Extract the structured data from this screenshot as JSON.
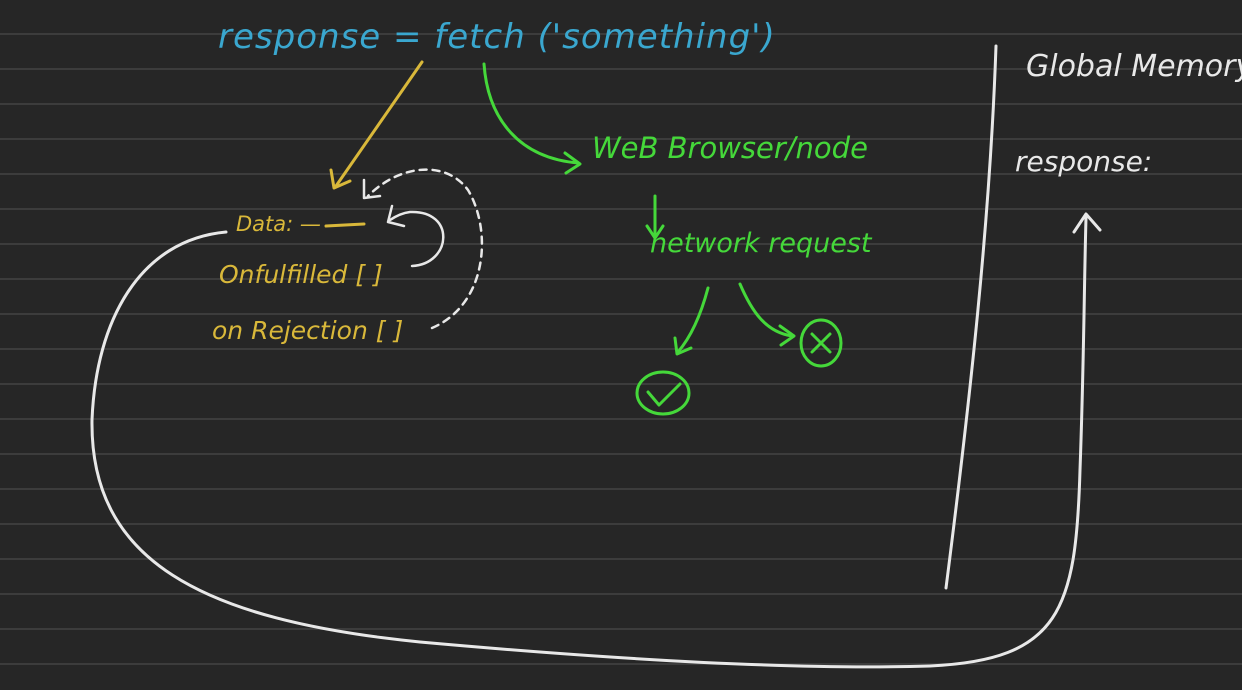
{
  "code": {
    "assignment": "response = fetch ('something')"
  },
  "promise_object": {
    "data_label": "Data: —",
    "on_fulfilled_label": "Onfulfilled [ ]",
    "on_rejection_label": "on Rejection [ ]"
  },
  "web_api": {
    "browser_label": "WeB Browser/node",
    "network_label": "network request"
  },
  "memory": {
    "title": "Global Memory",
    "response_label": "response:"
  },
  "colors": {
    "board": "#262626",
    "code": "#3aa7cf",
    "promise": "#d9b83a",
    "web_api": "#45d83a",
    "memory": "#e8e8e8"
  },
  "icons": {
    "success": "check-circle-icon",
    "failure": "x-circle-icon"
  }
}
